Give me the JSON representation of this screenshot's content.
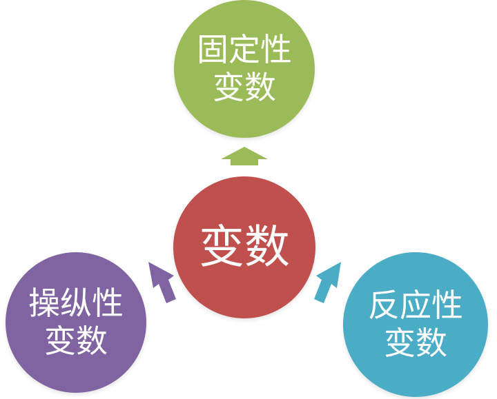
{
  "colors": {
    "center": "#c0504d",
    "top": "#9bbb59",
    "left": "#8064a2",
    "right": "#4bacc6"
  },
  "nodes": {
    "center": {
      "lines": [
        "变数"
      ]
    },
    "top": {
      "lines": [
        "固定性",
        "变数"
      ]
    },
    "left": {
      "lines": [
        "操纵性",
        "变数"
      ]
    },
    "right": {
      "lines": [
        "反应性",
        "变数"
      ]
    }
  }
}
